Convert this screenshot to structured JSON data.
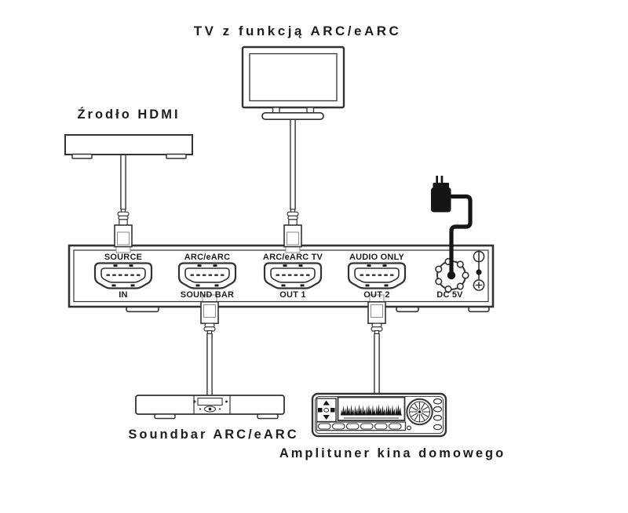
{
  "labels": {
    "tv": "TV z funkcją ARC/eARC",
    "source": "Źrodło HDMI",
    "soundbar": "Soundbar ARC/eARC",
    "amplifier": "Amplituner kina domowego"
  },
  "switch": {
    "ports": [
      {
        "top": "SOURCE",
        "bottom": "IN"
      },
      {
        "top": "ARC/eARC",
        "bottom": "SOUND BAR"
      },
      {
        "top": "ARC/eARC TV",
        "bottom": "OUT 1"
      },
      {
        "top": "AUDIO ONLY",
        "bottom": "OUT 2"
      }
    ],
    "power_label": "DC 5V",
    "polarity_icon": "center-positive-dc-polarity"
  },
  "icons": {
    "tv": "tv-outline-icon",
    "source_device": "hdmi-source-box-icon",
    "soundbar": "soundbar-icon",
    "amplifier": "av-receiver-icon",
    "power_adapter": "dc-power-adapter-icon",
    "hdmi_port": "hdmi-port-icon",
    "hdmi_plug": "hdmi-plug-icon",
    "dc_jack": "dc-barrel-jack-icon"
  },
  "colors": {
    "line": "#333333",
    "text": "#1d1d1d",
    "black_fill": "#151515",
    "bg": "#ffffff"
  }
}
